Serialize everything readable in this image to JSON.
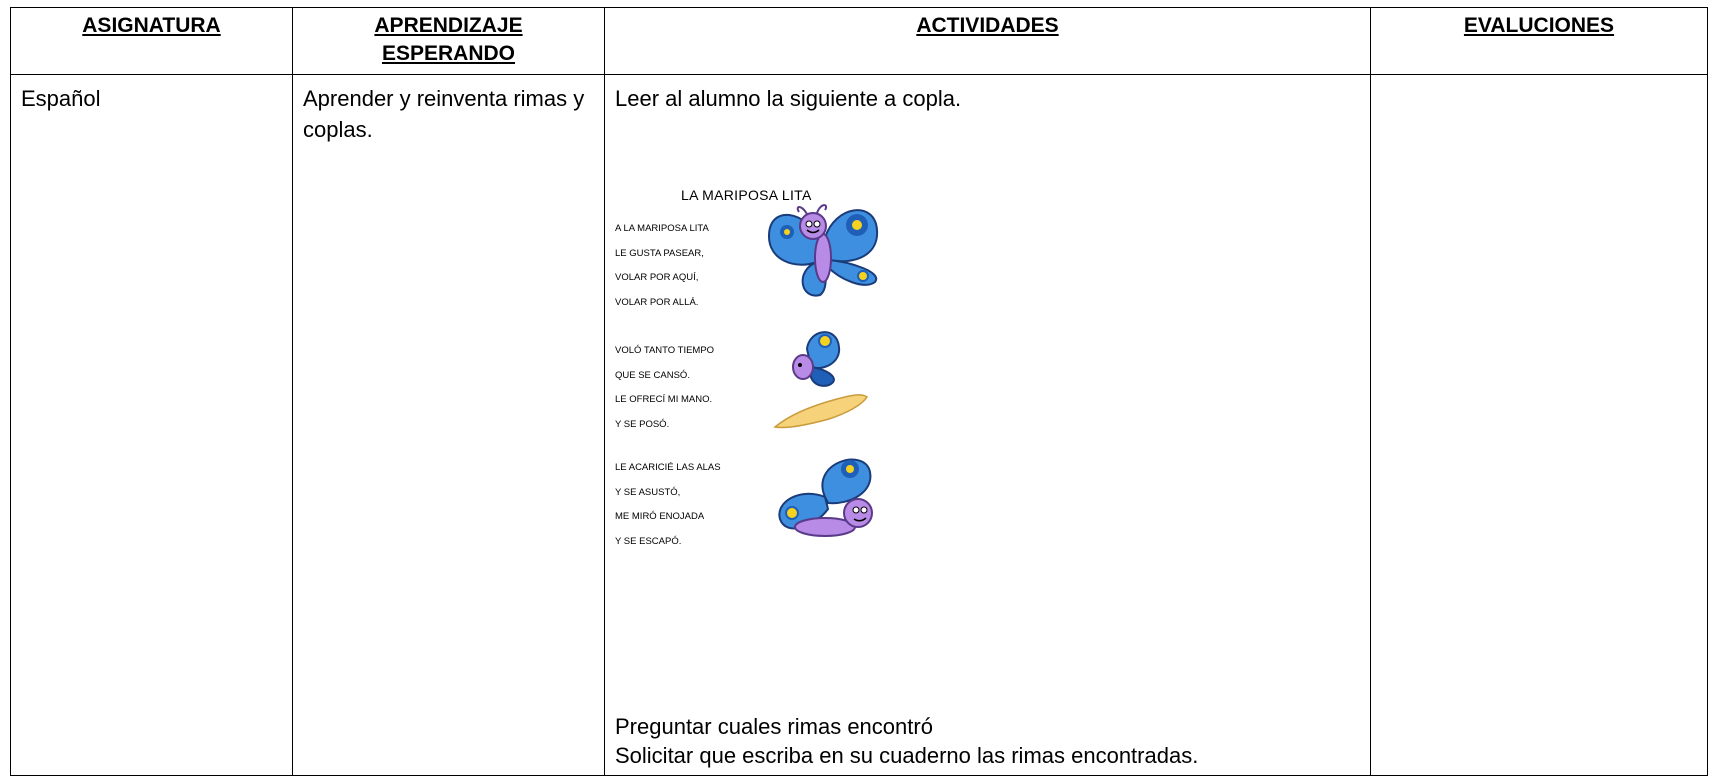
{
  "headers": {
    "subject": "ASIGNATURA",
    "learning_line1": "APRENDIZAJE",
    "learning_line2": "ESPERANDO",
    "activities": "ACTIVIDADES",
    "evaluations": "EVALUCIONES"
  },
  "row": {
    "subject": "Español",
    "learning": "Aprender y reinventa rimas y coplas.",
    "activity_intro": "Leer al alumno la siguiente a copla.",
    "activity_question": "Preguntar cuales rimas encontró",
    "activity_task": "Solicitar que escriba en su cuaderno las rimas encontradas.",
    "evaluation": ""
  },
  "poem": {
    "title": "LA MARIPOSA LITA",
    "stanzas": [
      [
        "A LA MARIPOSA LITA",
        "LE GUSTA PASEAR,",
        "VOLAR POR AQUÍ,",
        "VOLAR POR ALLÁ."
      ],
      [
        "VOLÓ TANTO TIEMPO",
        "QUE SE CANSÓ.",
        "LE OFRECÍ MI MANO.",
        "Y SE POSÓ."
      ],
      [
        "LE ACARICIÉ LAS ALAS",
        "Y SE ASUSTÓ,",
        "ME MIRÓ ENOJADA",
        "Y SE ESCAPÓ."
      ]
    ]
  },
  "colors": {
    "wing_blue": "#3f8fe0",
    "wing_dark": "#1f5fb8",
    "wing_spot": "#f4d21f",
    "body_purple": "#b88be6",
    "hand": "#f6d27a"
  },
  "icons": [
    "butterfly-illustration",
    "butterfly-on-hand-illustration",
    "butterfly-flying-illustration"
  ]
}
